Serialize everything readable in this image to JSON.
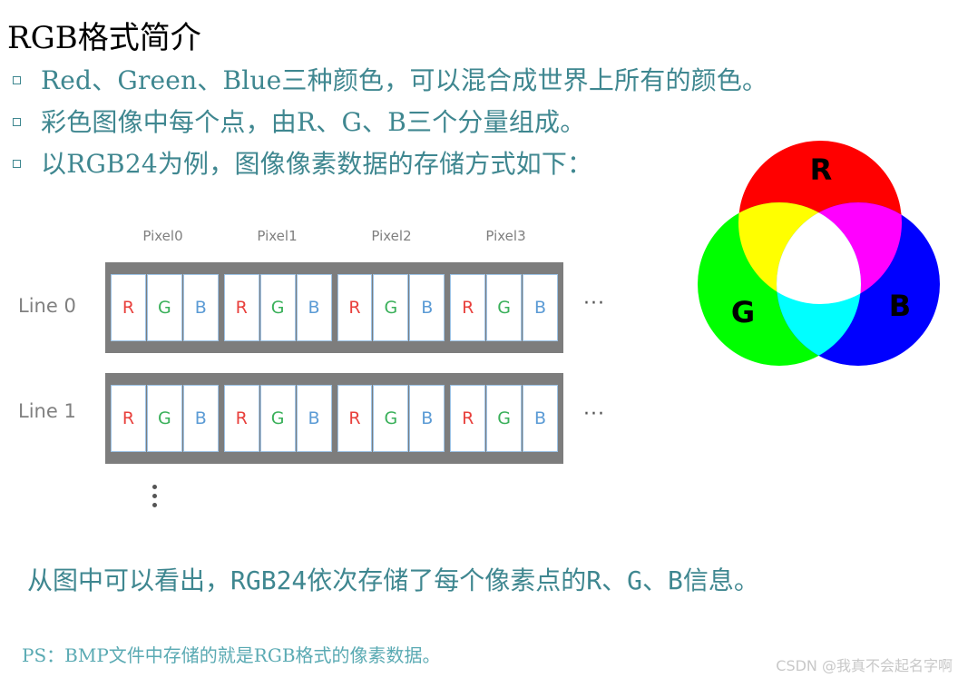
{
  "title": "RGB格式简介",
  "bullets": [
    "Red、Green、Blue三种颜色，可以混合成世界上所有的颜色。",
    "彩色图像中每个点，由R、G、B三个分量组成。",
    "以RGB24为例，图像像素数据的存储方式如下："
  ],
  "diagram": {
    "pixels": [
      "Pixel0",
      "Pixel1",
      "Pixel2",
      "Pixel3"
    ],
    "lines": [
      "Line 0",
      "Line 1"
    ],
    "channels": [
      "R",
      "G",
      "B"
    ],
    "horizontal_ellipsis": "···",
    "channel_colors": {
      "R": "#e8403c",
      "G": "#3ab05a",
      "B": "#5b9bd5"
    }
  },
  "venn": {
    "labels": {
      "r": "R",
      "g": "G",
      "b": "B"
    },
    "colors": {
      "r": "#ff0000",
      "g": "#00ff00",
      "b": "#0000ff"
    }
  },
  "conclusion": "从图中可以看出，RGB24依次存储了每个像素点的R、G、B信息。",
  "ps": "PS：BMP文件中存储的就是RGB格式的像素数据。",
  "watermark": "CSDN @我真不会起名字啊"
}
